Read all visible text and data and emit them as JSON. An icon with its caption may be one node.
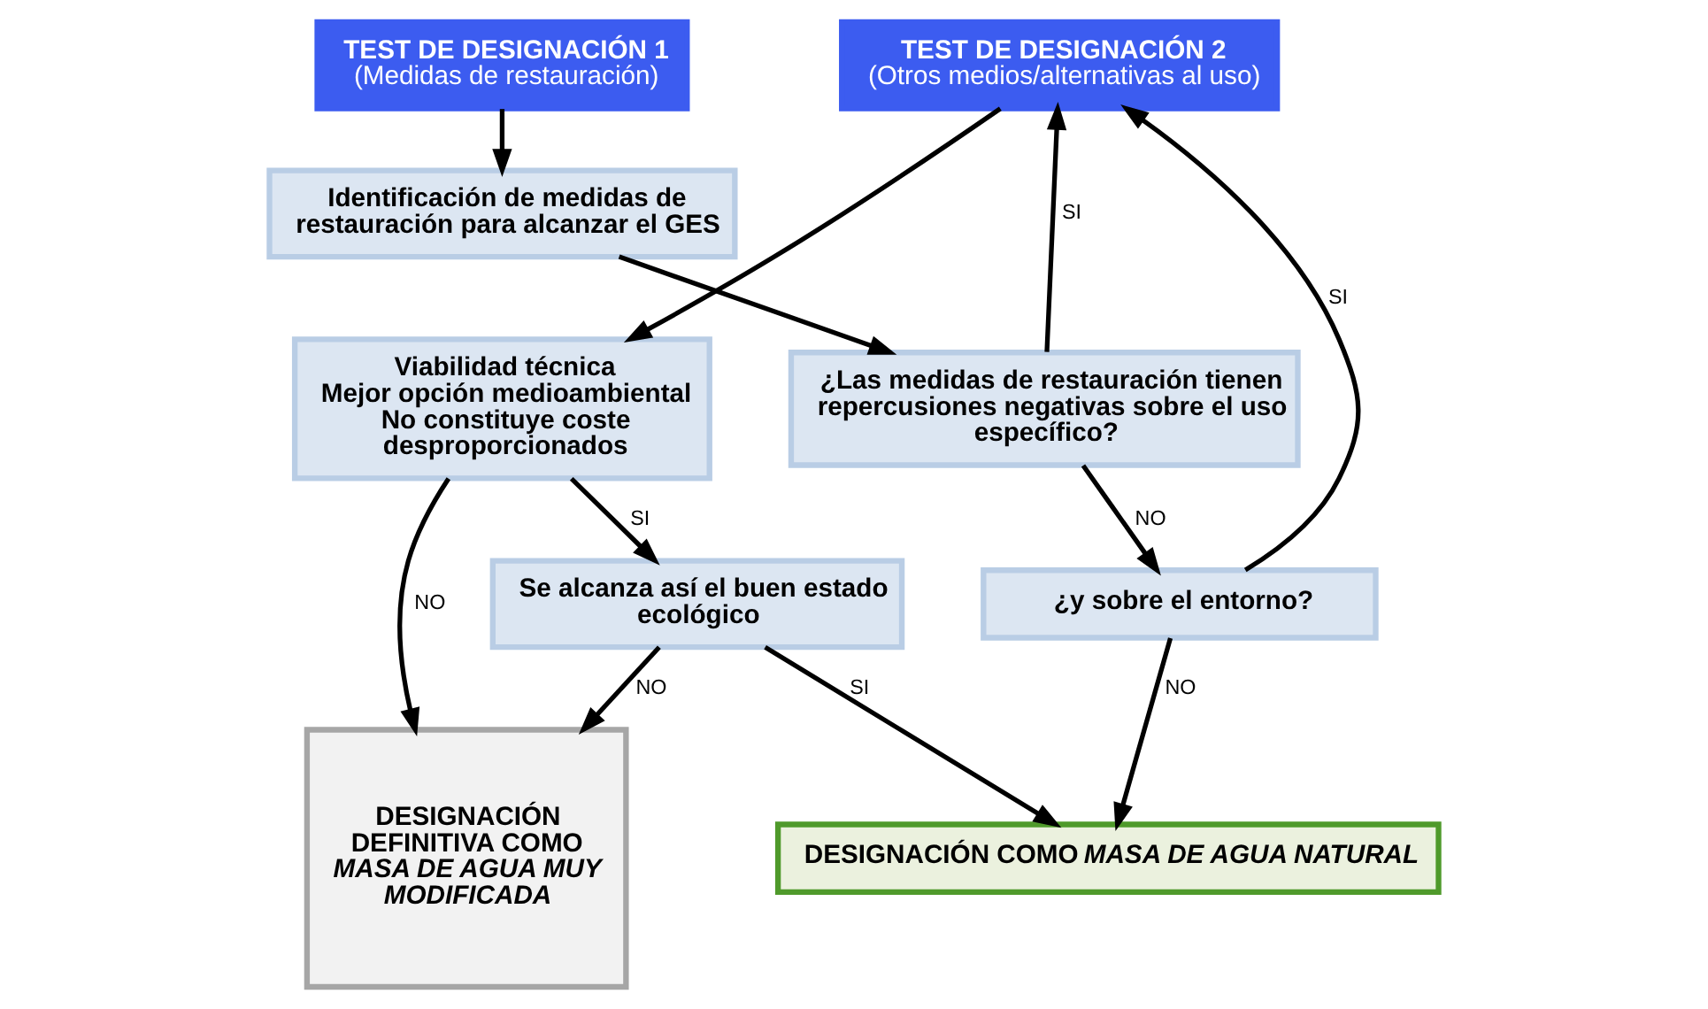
{
  "diagram": {
    "nodes": [
      {
        "text": [
          "TEST DE DESIGNACIÓN 1",
          "(Medidas de restauración)"
        ]
      },
      {
        "text": [
          "Identificación de medidas de restauración para alcanzar el GES"
        ]
      },
      {
        "text": [
          "¿Las medidas de restauración tienen repercusiones negativas sobre el uso específico?"
        ]
      },
      {
        "text": [
          "¿y sobre el entorno?"
        ]
      },
      {
        "text": [
          "TEST DE DESIGNACIÓN 2",
          "(Otros medios/alternativas al uso)"
        ]
      },
      {
        "text": [
          "Viabilidad técnica",
          "Mejor opción medioambiental",
          "No constituye coste desproporcionados"
        ]
      },
      {
        "text": [
          "Se alcanza así el buen estado ecológico"
        ]
      },
      {
        "text": [
          "DESIGNACIÓN DEFINITIVA COMO *MASA DE AGUA MUY MODIFICADA*"
        ]
      },
      {
        "text": [
          "DESIGNACIÓN COMO *MASA DE AGUA NATURAL*"
        ]
      }
    ],
    "edges": [
      {
        "from": 0,
        "to": 1,
        "arrow": "to"
      },
      {
        "from": 1,
        "to": 2,
        "arrow": "to"
      },
      {
        "from": 2,
        "to": 3,
        "arrow": "to",
        "label": "NO"
      },
      {
        "from": 3,
        "to": 8,
        "arrow": "to",
        "label": "NO"
      },
      {
        "from": 2,
        "to": 4,
        "arrow": "to",
        "label": "SI"
      },
      {
        "from": 3,
        "to": 4,
        "arrow": "to",
        "label": "SI"
      },
      {
        "from": 4,
        "to": 5,
        "arrow": "to"
      },
      {
        "from": 5,
        "to": 6,
        "arrow": "to",
        "label": "SI"
      },
      {
        "from": 5,
        "to": 7,
        "arrow": "to",
        "label": "NO"
      },
      {
        "from": 6,
        "to": 7,
        "arrow": "to",
        "label": "NO"
      },
      {
        "from": 6,
        "to": 8,
        "arrow": "to",
        "label": "SI"
      }
    ]
  }
}
